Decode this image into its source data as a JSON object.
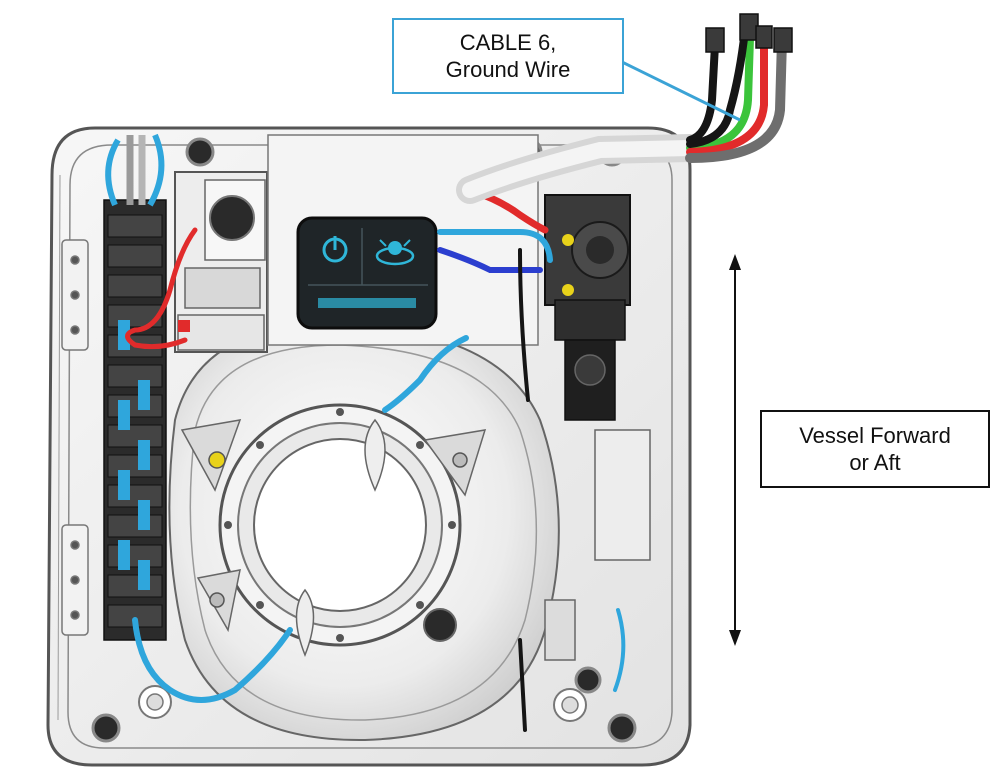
{
  "callouts": {
    "cable": {
      "line1": "CABLE 6,",
      "line2": "Ground Wire"
    },
    "direction": {
      "line1": "Vessel Forward",
      "line2": "or Aft"
    }
  },
  "colors": {
    "leader_blue": "#3ba3d6",
    "cable_blue": "#2fa6dc",
    "wire_red": "#e12b2b",
    "wire_green": "#3bc43b",
    "wire_black": "#151515",
    "wire_gray": "#6e6e6e",
    "display_panel": "#1f2528",
    "display_icon": "#2fb6d8",
    "housing_line": "#7a7a7a"
  },
  "icons": [
    "power-icon",
    "gyro-icon"
  ]
}
